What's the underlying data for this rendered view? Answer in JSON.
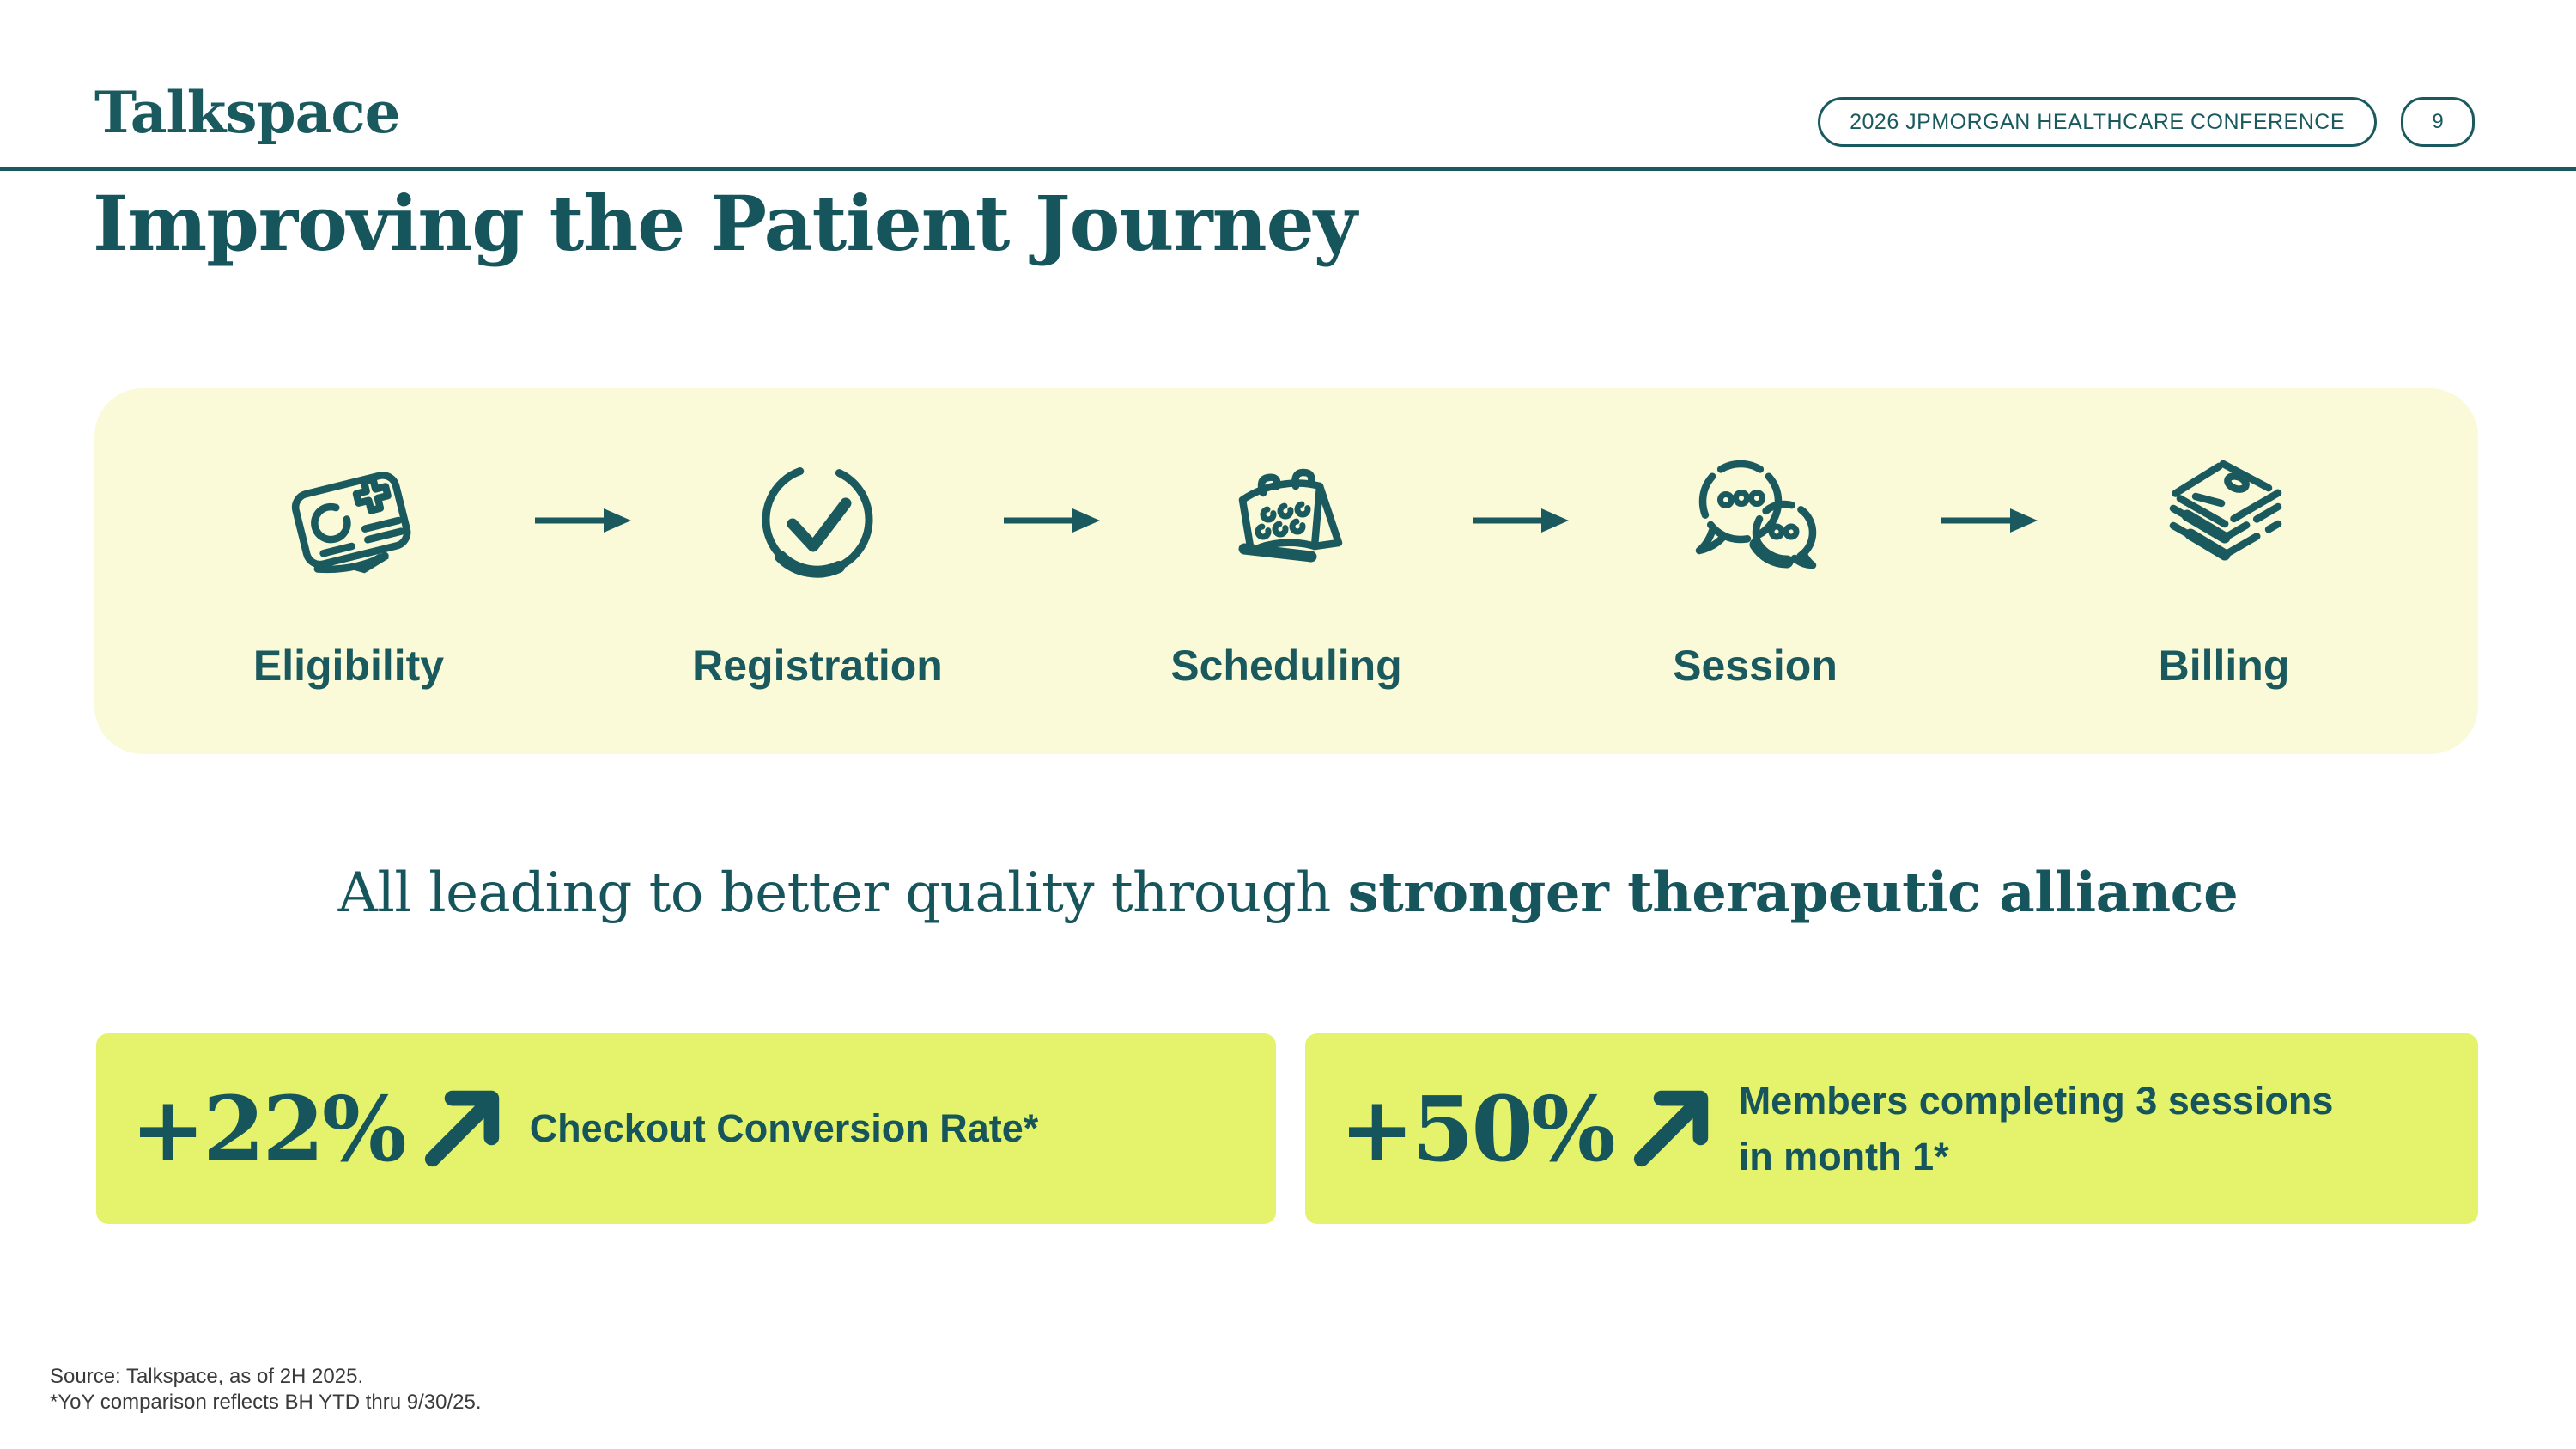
{
  "slide": {
    "logo_text": "Talkspace",
    "conference_badge": "2026 JPMORGAN HEALTHCARE CONFERENCE",
    "page_number": "9",
    "title": "Improving the Patient Journey"
  },
  "journey": {
    "steps": [
      {
        "label": "Eligibility",
        "icon": "insurance-card-icon"
      },
      {
        "label": "Registration",
        "icon": "check-circle-icon"
      },
      {
        "label": "Scheduling",
        "icon": "calendar-icon"
      },
      {
        "label": "Session",
        "icon": "chat-bubbles-icon"
      },
      {
        "label": "Billing",
        "icon": "billing-documents-icon"
      }
    ]
  },
  "tagline": {
    "regular": "All leading to better quality through ",
    "bold": "stronger therapeutic alliance"
  },
  "stats": [
    {
      "value": "+22%",
      "label_lines": [
        "Checkout Conversion Rate*"
      ]
    },
    {
      "value": "+50%",
      "label_lines": [
        "Members completing 3 sessions",
        "in month 1*"
      ]
    }
  ],
  "footnotes": [
    "Source: Talkspace, as of 2H 2025.",
    "*YoY comparison reflects BH YTD thru 9/30/25."
  ],
  "colors": {
    "teal": "#1A5A5F",
    "pale_yellow": "#FAFAD9",
    "lime": "#E4F26C",
    "footnote_gray": "#3A3A3A"
  }
}
